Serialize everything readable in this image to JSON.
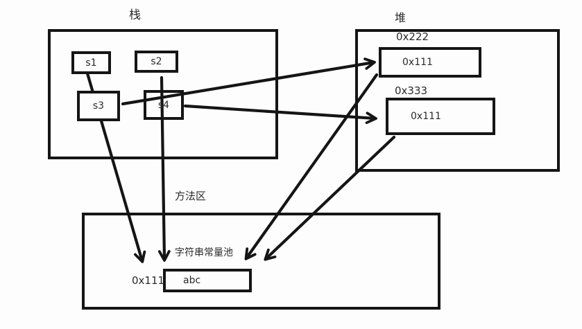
{
  "stack": {
    "title": "栈",
    "frames": [
      {
        "label": "s1"
      },
      {
        "label": "s2"
      },
      {
        "label": "s3"
      },
      {
        "label": "s4"
      }
    ]
  },
  "heap": {
    "title": "堆",
    "objects": [
      {
        "address": "0x222",
        "value": "0x111"
      },
      {
        "address": "0x333",
        "value": "0x111"
      }
    ]
  },
  "method_area": {
    "title": "方法区",
    "pool_title": "字符串常量池",
    "entry": {
      "address": "0x111",
      "value": "abc"
    }
  },
  "arrows": [
    {
      "name": "s1-to-pool"
    },
    {
      "name": "s2-to-pool"
    },
    {
      "name": "s3-to-heap-0x222"
    },
    {
      "name": "s4-to-heap-0x333"
    },
    {
      "name": "heap-0x222-to-pool"
    },
    {
      "name": "heap-0x333-to-pool"
    }
  ],
  "colors": {
    "stroke": "#151515",
    "background": "#fdfdfd"
  }
}
